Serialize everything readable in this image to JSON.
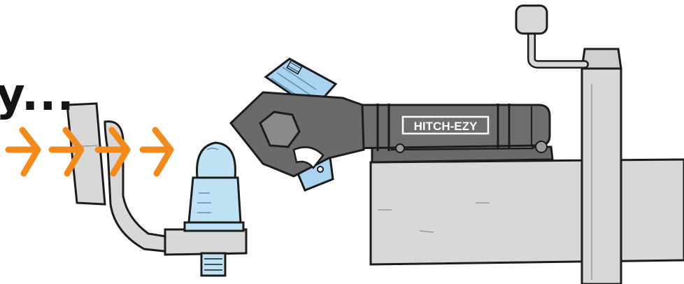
{
  "headline": {
    "text": "y..."
  },
  "brand": {
    "label": "HITCH-EZY"
  },
  "arrows": {
    "count": 4,
    "color": "#f28a1e"
  },
  "colors": {
    "outline": "#1c1c1c",
    "trailer_grey": "#d8d8d8",
    "coupler_dark": "#6a6a6a",
    "tow_ball_blue": "#bfe3f5",
    "jaw_blue": "#a9d3ee"
  },
  "icons": [
    "arrow-right-icon",
    "tow-ball-icon",
    "coupler-jaw-icon",
    "jockey-wheel-handle-icon"
  ]
}
